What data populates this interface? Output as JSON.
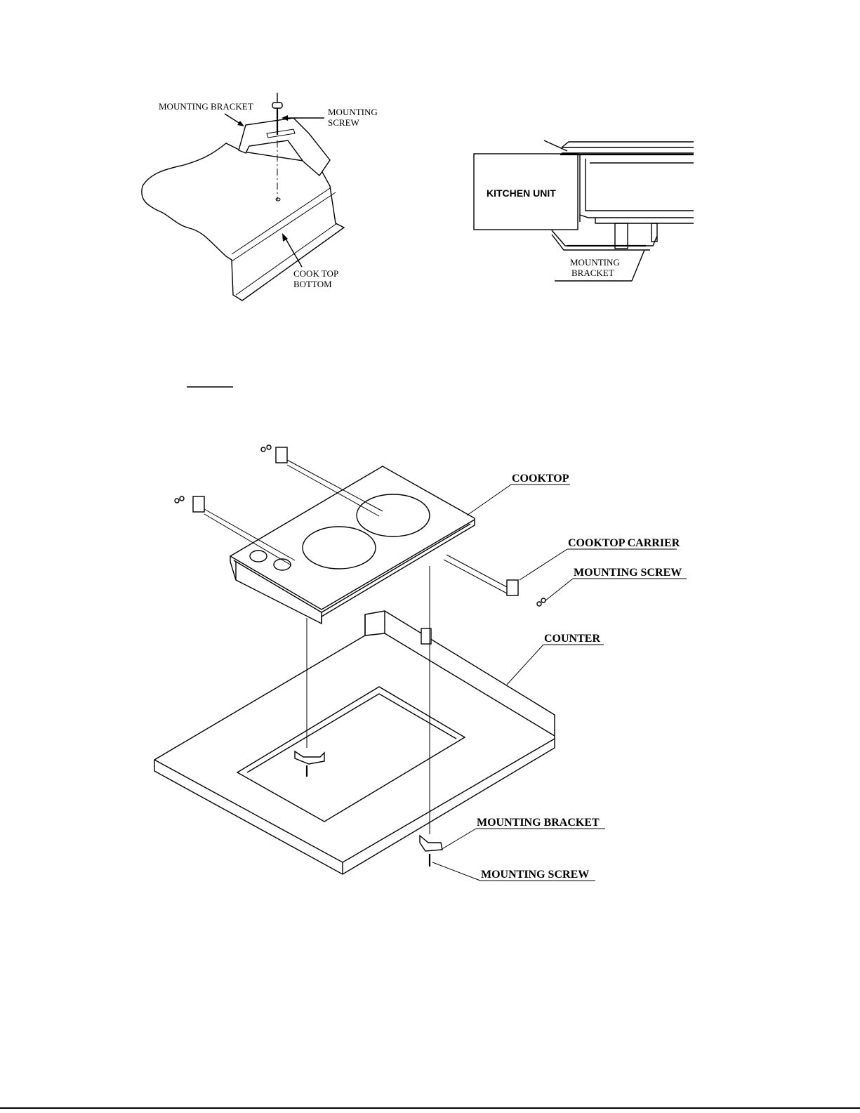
{
  "figure_top_left": {
    "labels": {
      "mounting_bracket": "MOUNTING BRACKET",
      "mounting_screw_line1": "MOUNTING",
      "mounting_screw_line2": "SCREW",
      "cook_top_bottom_line1": "COOK TOP",
      "cook_top_bottom_line2": "BOTTOM"
    }
  },
  "figure_top_right": {
    "labels": {
      "kitchen_unit": "KITCHEN UNIT",
      "mounting_bracket_line1": "MOUNTING",
      "mounting_bracket_line2": "BRACKET"
    }
  },
  "figure_bottom": {
    "labels": {
      "cooktop": "COOKTOP",
      "cooktop_carrier": "COOKTOP CARRIER",
      "mounting_screw_top": "MOUNTING SCREW",
      "counter": "COUNTER",
      "mounting_bracket": "MOUNTING BRACKET",
      "mounting_screw_bottom": "MOUNTING SCREW"
    }
  }
}
